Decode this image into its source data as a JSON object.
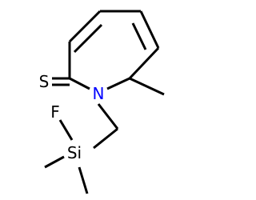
{
  "molecule": {
    "atoms": {
      "sulfur": {
        "symbol": "S",
        "color": "#000000"
      },
      "nitrogen": {
        "symbol": "N",
        "color": "#0000ff"
      },
      "fluorine": {
        "symbol": "F",
        "color": "#000000"
      },
      "silicon": {
        "symbol": "Si",
        "color": "#000000"
      }
    },
    "bond_color": "#000000",
    "background": "#ffffff"
  }
}
